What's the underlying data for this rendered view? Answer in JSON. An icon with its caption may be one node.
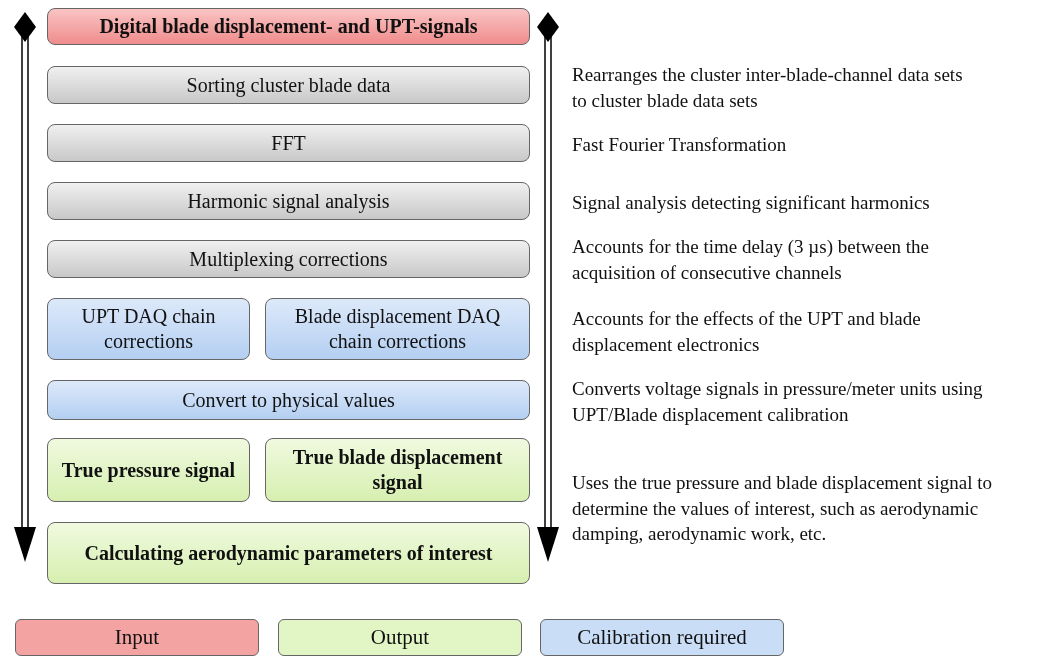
{
  "diagram": {
    "nodes": [
      {
        "text": [
          "Digital blade displacement- and UPT-signals"
        ]
      },
      {
        "text": [
          "Sorting cluster blade data"
        ],
        "beside": [
          "Rearranges the cluster inter-blade-channel data sets to cluster blade data sets"
        ]
      },
      {
        "text": [
          "FFT"
        ],
        "beside": [
          "Fast Fourier Transformation"
        ]
      },
      {
        "text": [
          "Harmonic signal analysis"
        ],
        "beside": [
          "Signal analysis detecting significant harmonics"
        ]
      },
      {
        "text": [
          "Multiplexing corrections"
        ],
        "beside": [
          "Accounts for the time delay (3 µs) between the acquisition of consecutive channels"
        ]
      },
      {
        "text": [
          "UPT DAQ chain corrections"
        ]
      },
      {
        "text": [
          "Blade displacement DAQ chain corrections"
        ],
        "beside": [
          "Accounts for the effects of the UPT and blade displacement electronics"
        ]
      },
      {
        "text": [
          "Convert to physical values"
        ],
        "beside": [
          "Converts voltage signals in pressure/meter units using UPT/Blade displacement calibration"
        ]
      },
      {
        "text": [
          "True pressure signal"
        ]
      },
      {
        "text": [
          "True blade displacement signal"
        ]
      },
      {
        "text": [
          "Calculating aerodynamic parameters of interest"
        ],
        "beside": [
          "Uses the true pressure and blade displacement signal to determine the values of interest, such as aerodynamic damping, aerodynamic work, etc."
        ]
      }
    ],
    "legend": [
      {
        "text": "Input",
        "color": "#f4a3a3"
      },
      {
        "text": "Output",
        "color": "#e2f5c4"
      },
      {
        "text": "Calibration required",
        "color": "#c9ddf6"
      }
    ]
  }
}
